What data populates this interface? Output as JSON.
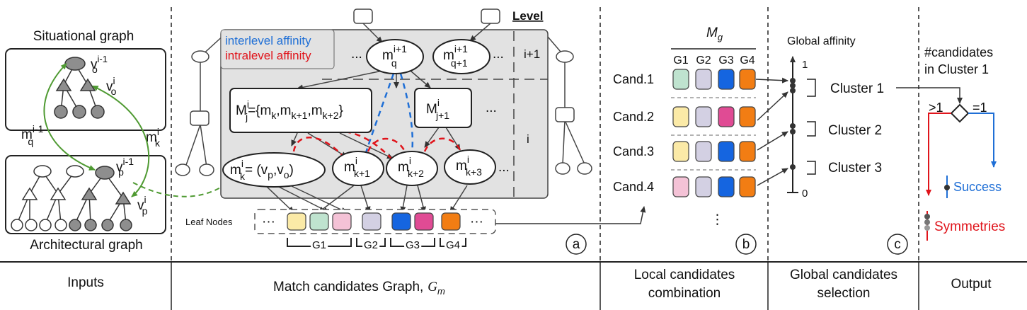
{
  "inputs": {
    "situational_graph_label": "Situational graph",
    "architectural_graph_label": "Architectural graph",
    "nodes": {
      "vo_prev": "v",
      "vo_prev_sup": "i-1",
      "vo_prev_sub": "o",
      "vo": "v",
      "vo_sup": "i",
      "vo_sub": "o",
      "vp_prev": "v",
      "vp_prev_sup": "i-1",
      "vp_prev_sub": "p",
      "vp": "v",
      "vp_sup": "i",
      "vp_sub": "p"
    },
    "edge_labels": {
      "mq_prev": "m",
      "mq_prev_sup": "i-1",
      "mq_prev_sub": "q",
      "mk": "m",
      "mk_sup": "i",
      "mk_sub": "k"
    }
  },
  "graph": {
    "legend_interlevel": "interlevel affinity",
    "legend_intralevel": "intralevel affinity",
    "level_label": "Level",
    "level_upper": "i+1",
    "level_lower": "i",
    "mq": {
      "base": "m",
      "sup": "i+1",
      "sub": "q"
    },
    "mq1": {
      "base": "m",
      "sup": "i+1",
      "sub": "q+1"
    },
    "Mj": {
      "text_a": "M",
      "sup": "i",
      "sub": "j",
      "text_b": "={m",
      "k_sub": "k",
      "text_c": ",m",
      "k1_sub": "k+1",
      "text_d": ",m",
      "k2_sub": "k+2",
      "text_e": "}"
    },
    "Mj1": {
      "base": "M",
      "sup": "i",
      "sub": "j+1"
    },
    "mk_node": {
      "base": "m",
      "sup": "i",
      "sub": "k",
      "rest_a": "= (v",
      "p_sub": "p",
      "rest_b": ",v",
      "o_sub": "o",
      "rest_c": ")"
    },
    "mk1": {
      "base": "m",
      "sup": "i",
      "sub": "k+1"
    },
    "mk2": {
      "base": "m",
      "sup": "i",
      "sub": "k+2"
    },
    "mk3": {
      "base": "m",
      "sup": "i",
      "sub": "k+3"
    },
    "ellipsis": "...",
    "ellipsis_alt": "···",
    "leaf_nodes_label": "Leaf Nodes",
    "groups": [
      "G1",
      "G2",
      "G3",
      "G4"
    ],
    "leaf_colors": [
      "#fbeaa7",
      "#bfe3cf",
      "#f4c2d6",
      "#d3d0e3",
      "#1565e0",
      "#e04b94",
      "#f27d13"
    ],
    "marker": "a"
  },
  "local": {
    "symbol": "M",
    "symbol_sub": "g",
    "columns": [
      "G1",
      "G2",
      "G3",
      "G4"
    ],
    "rows": [
      {
        "label": "Cand.1",
        "colors": [
          "#bfe3cf",
          "#d3d0e3",
          "#1565e0",
          "#f27d13"
        ]
      },
      {
        "label": "Cand.2",
        "colors": [
          "#fbeaa7",
          "#d3d0e3",
          "#e04b94",
          "#f27d13"
        ]
      },
      {
        "label": "Cand.3",
        "colors": [
          "#fbeaa7",
          "#d3d0e3",
          "#1565e0",
          "#f27d13"
        ]
      },
      {
        "label": "Cand.4",
        "colors": [
          "#f4c2d6",
          "#d3d0e3",
          "#1565e0",
          "#f27d13"
        ]
      }
    ],
    "vdots": "⋮",
    "marker": "b"
  },
  "global": {
    "axis_title": "Global affinity",
    "axis_top": "1",
    "axis_bottom": "0",
    "clusters": [
      "Cluster 1",
      "Cluster 2",
      "Cluster 3"
    ]
  },
  "output": {
    "title_line1": "#candidates",
    "title_line2": "in Cluster 1",
    "gt1": ">1",
    "eq1": "=1",
    "success": "Success",
    "symmetries": "Symmetries",
    "marker": "c",
    "success_color": "#1f6fd6",
    "symmetries_color": "#e0141b"
  },
  "sections": {
    "inputs": "Inputs",
    "match_graph": "Match candidates Graph,",
    "match_graph_symbol": "G",
    "match_graph_symbol_sub": "m",
    "local_line1": "Local candidates",
    "local_line2": "combination",
    "global_line1": "Global candidates",
    "global_line2": "selection",
    "output": "Output"
  }
}
